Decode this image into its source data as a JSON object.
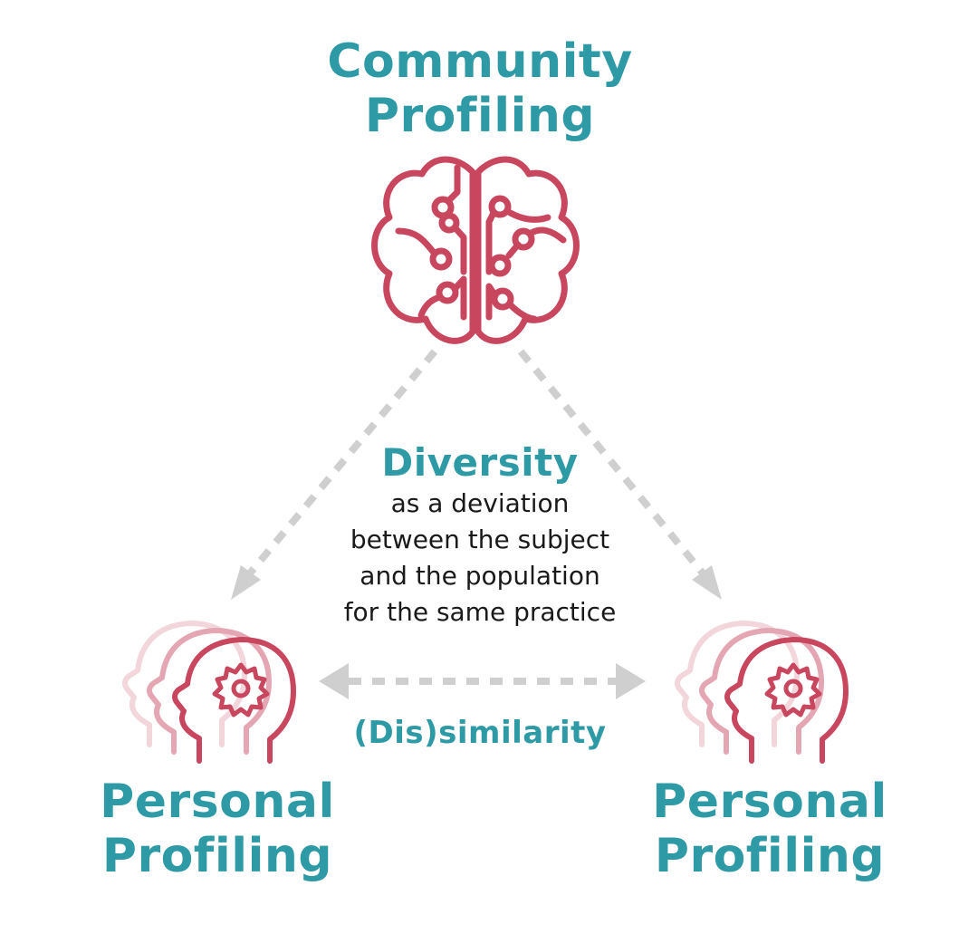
{
  "community": {
    "title_line1": "Community",
    "title_line2": "Profiling",
    "icon": "brain-circuit-icon"
  },
  "diversity": {
    "heading": "Diversity",
    "lines": [
      "as a deviation",
      "between the subject",
      "and the population",
      "for the same practice"
    ]
  },
  "similarity": {
    "label": "(Dis)similarity"
  },
  "personal_left": {
    "title_line1": "Personal",
    "title_line2": "Profiling",
    "icon": "head-gear-icon"
  },
  "personal_right": {
    "title_line1": "Personal",
    "title_line2": "Profiling",
    "icon": "head-gear-icon"
  },
  "colors": {
    "teal": "#2e9aa6",
    "crimson": "#c8475f",
    "arrow_gray": "#cfcfcf"
  }
}
